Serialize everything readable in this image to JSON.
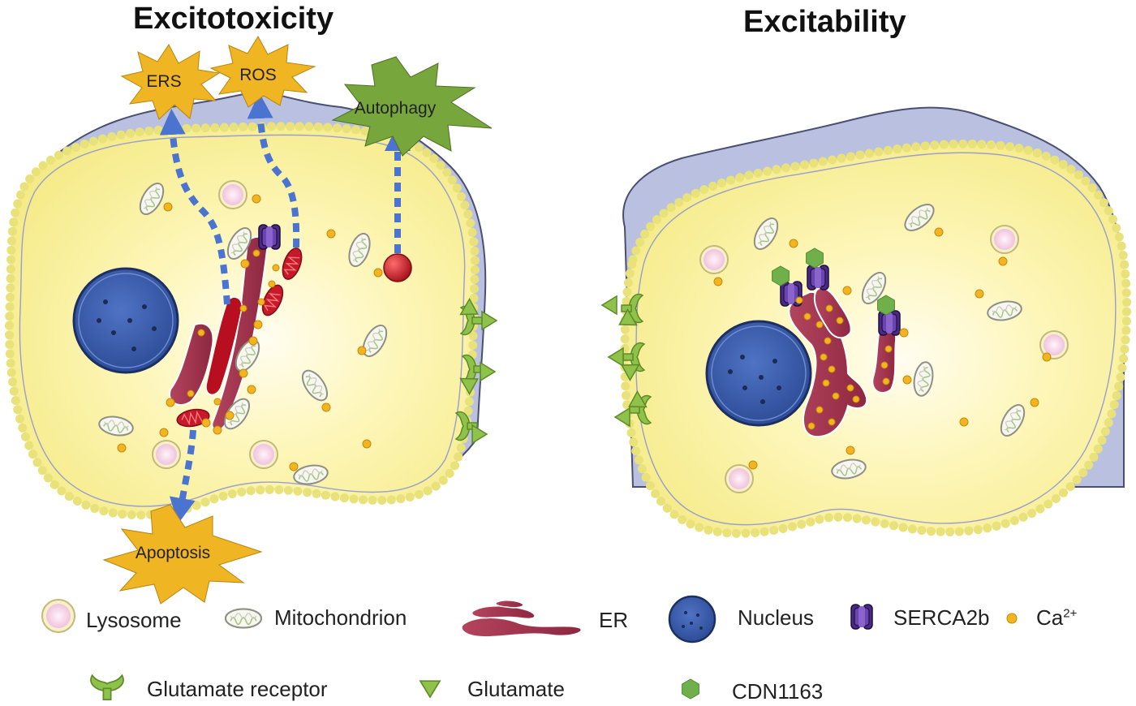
{
  "titles": {
    "left": "Excitotoxicity",
    "right": "Excitability"
  },
  "bursts": {
    "ers": "ERS",
    "ros": "ROS",
    "autophagy": "Autophagy",
    "apoptosis": "Apoptosis"
  },
  "legend": {
    "lysosome": "Lysosome",
    "mitochondrion": "Mitochondrion",
    "er": "ER",
    "nucleus": "Nucleus",
    "serca": "SERCA2b",
    "calcium_base": "Ca",
    "calcium_sup": "2+",
    "glutamate_receptor": "Glutamate receptor",
    "glutamate": "Glutamate",
    "cdn": "CDN1163"
  },
  "colors": {
    "cytoplasm": "#fbf3a8",
    "membrane_bead": "#e9e27a",
    "outer_cell": "#b9c0e0",
    "nucleus": "#3d5fae",
    "er": "#a8354f",
    "mito_red": "#c8192b",
    "calcium": "#f2b41f",
    "burst_yellow": "#efb523",
    "burst_green": "#77a73c",
    "arrow_blue": "#4a74d0",
    "serca": "#4a2a86",
    "cdn": "#6fb04a",
    "receptor": "#8ec24a"
  }
}
